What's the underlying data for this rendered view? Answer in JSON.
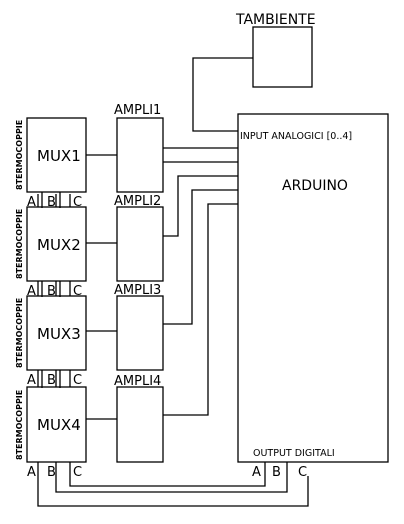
{
  "ambient": {
    "label": "TAMBIENTE"
  },
  "arduino": {
    "label": "ARDUINO",
    "input_label": "INPUT ANALOGICI [0..4]",
    "output_label": "OUTPUT DIGITALI",
    "pins": [
      "A",
      "B",
      "C"
    ]
  },
  "muxes": [
    {
      "label": "MUX1",
      "side_label": "8TERMOCOPPIE",
      "pins": [
        "A",
        "B",
        "C"
      ]
    },
    {
      "label": "MUX2",
      "side_label": "8TERMOCOPPIE",
      "pins": [
        "A",
        "B",
        "C"
      ]
    },
    {
      "label": "MUX3",
      "side_label": "8TERMOCOPPIE",
      "pins": [
        "A",
        "B",
        "C"
      ]
    },
    {
      "label": "MUX4",
      "side_label": "8TERMOCOPPIE",
      "pins": [
        "A",
        "B",
        "C"
      ]
    }
  ],
  "amplis": [
    {
      "label": "AMPLI1"
    },
    {
      "label": "AMPLI2"
    },
    {
      "label": "AMPLI3"
    },
    {
      "label": "AMPLI4"
    }
  ]
}
